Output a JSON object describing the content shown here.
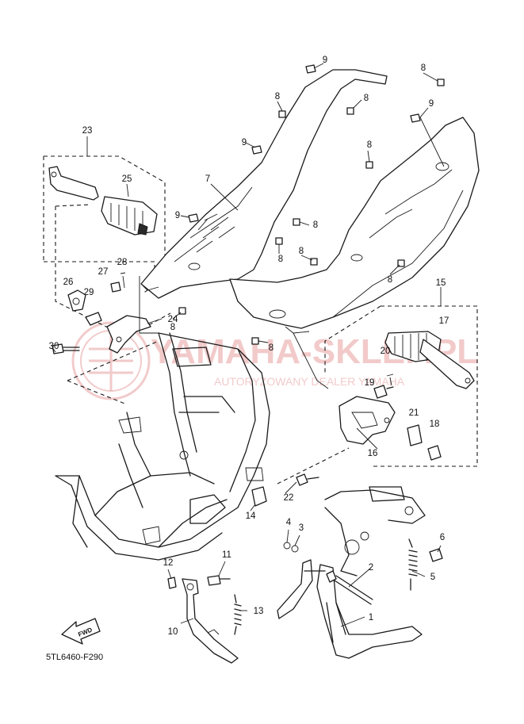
{
  "diagram_code": "5TL6460-F290",
  "fwd_label": "FWD",
  "watermark": {
    "line1": "YAMAHA-SKLEP.PL",
    "line2": "AUTORYZOWANY DEALER YAMAHA"
  },
  "callouts": {
    "c1": "1",
    "c2": "2",
    "c3": "3",
    "c4": "4",
    "c5": "5",
    "c6": "6",
    "c7": "7",
    "c8a": "8",
    "c8b": "8",
    "c8c": "8",
    "c8d": "8",
    "c8e": "8",
    "c8f": "8",
    "c8g": "8",
    "c8h": "8",
    "c8i": "8",
    "c8j": "8",
    "c8k": "8",
    "c9a": "9",
    "c9b": "9",
    "c9c": "9",
    "c9d": "9",
    "c10": "10",
    "c11": "11",
    "c12": "12",
    "c13": "13",
    "c14": "14",
    "c15": "15",
    "c16": "16",
    "c17": "17",
    "c18": "18",
    "c19": "19",
    "c20": "20",
    "c21": "21",
    "c22": "22",
    "c23": "23",
    "c24": "24",
    "c25": "25",
    "c26": "26",
    "c27": "27",
    "c28": "28",
    "c29": "29",
    "c30": "30"
  }
}
